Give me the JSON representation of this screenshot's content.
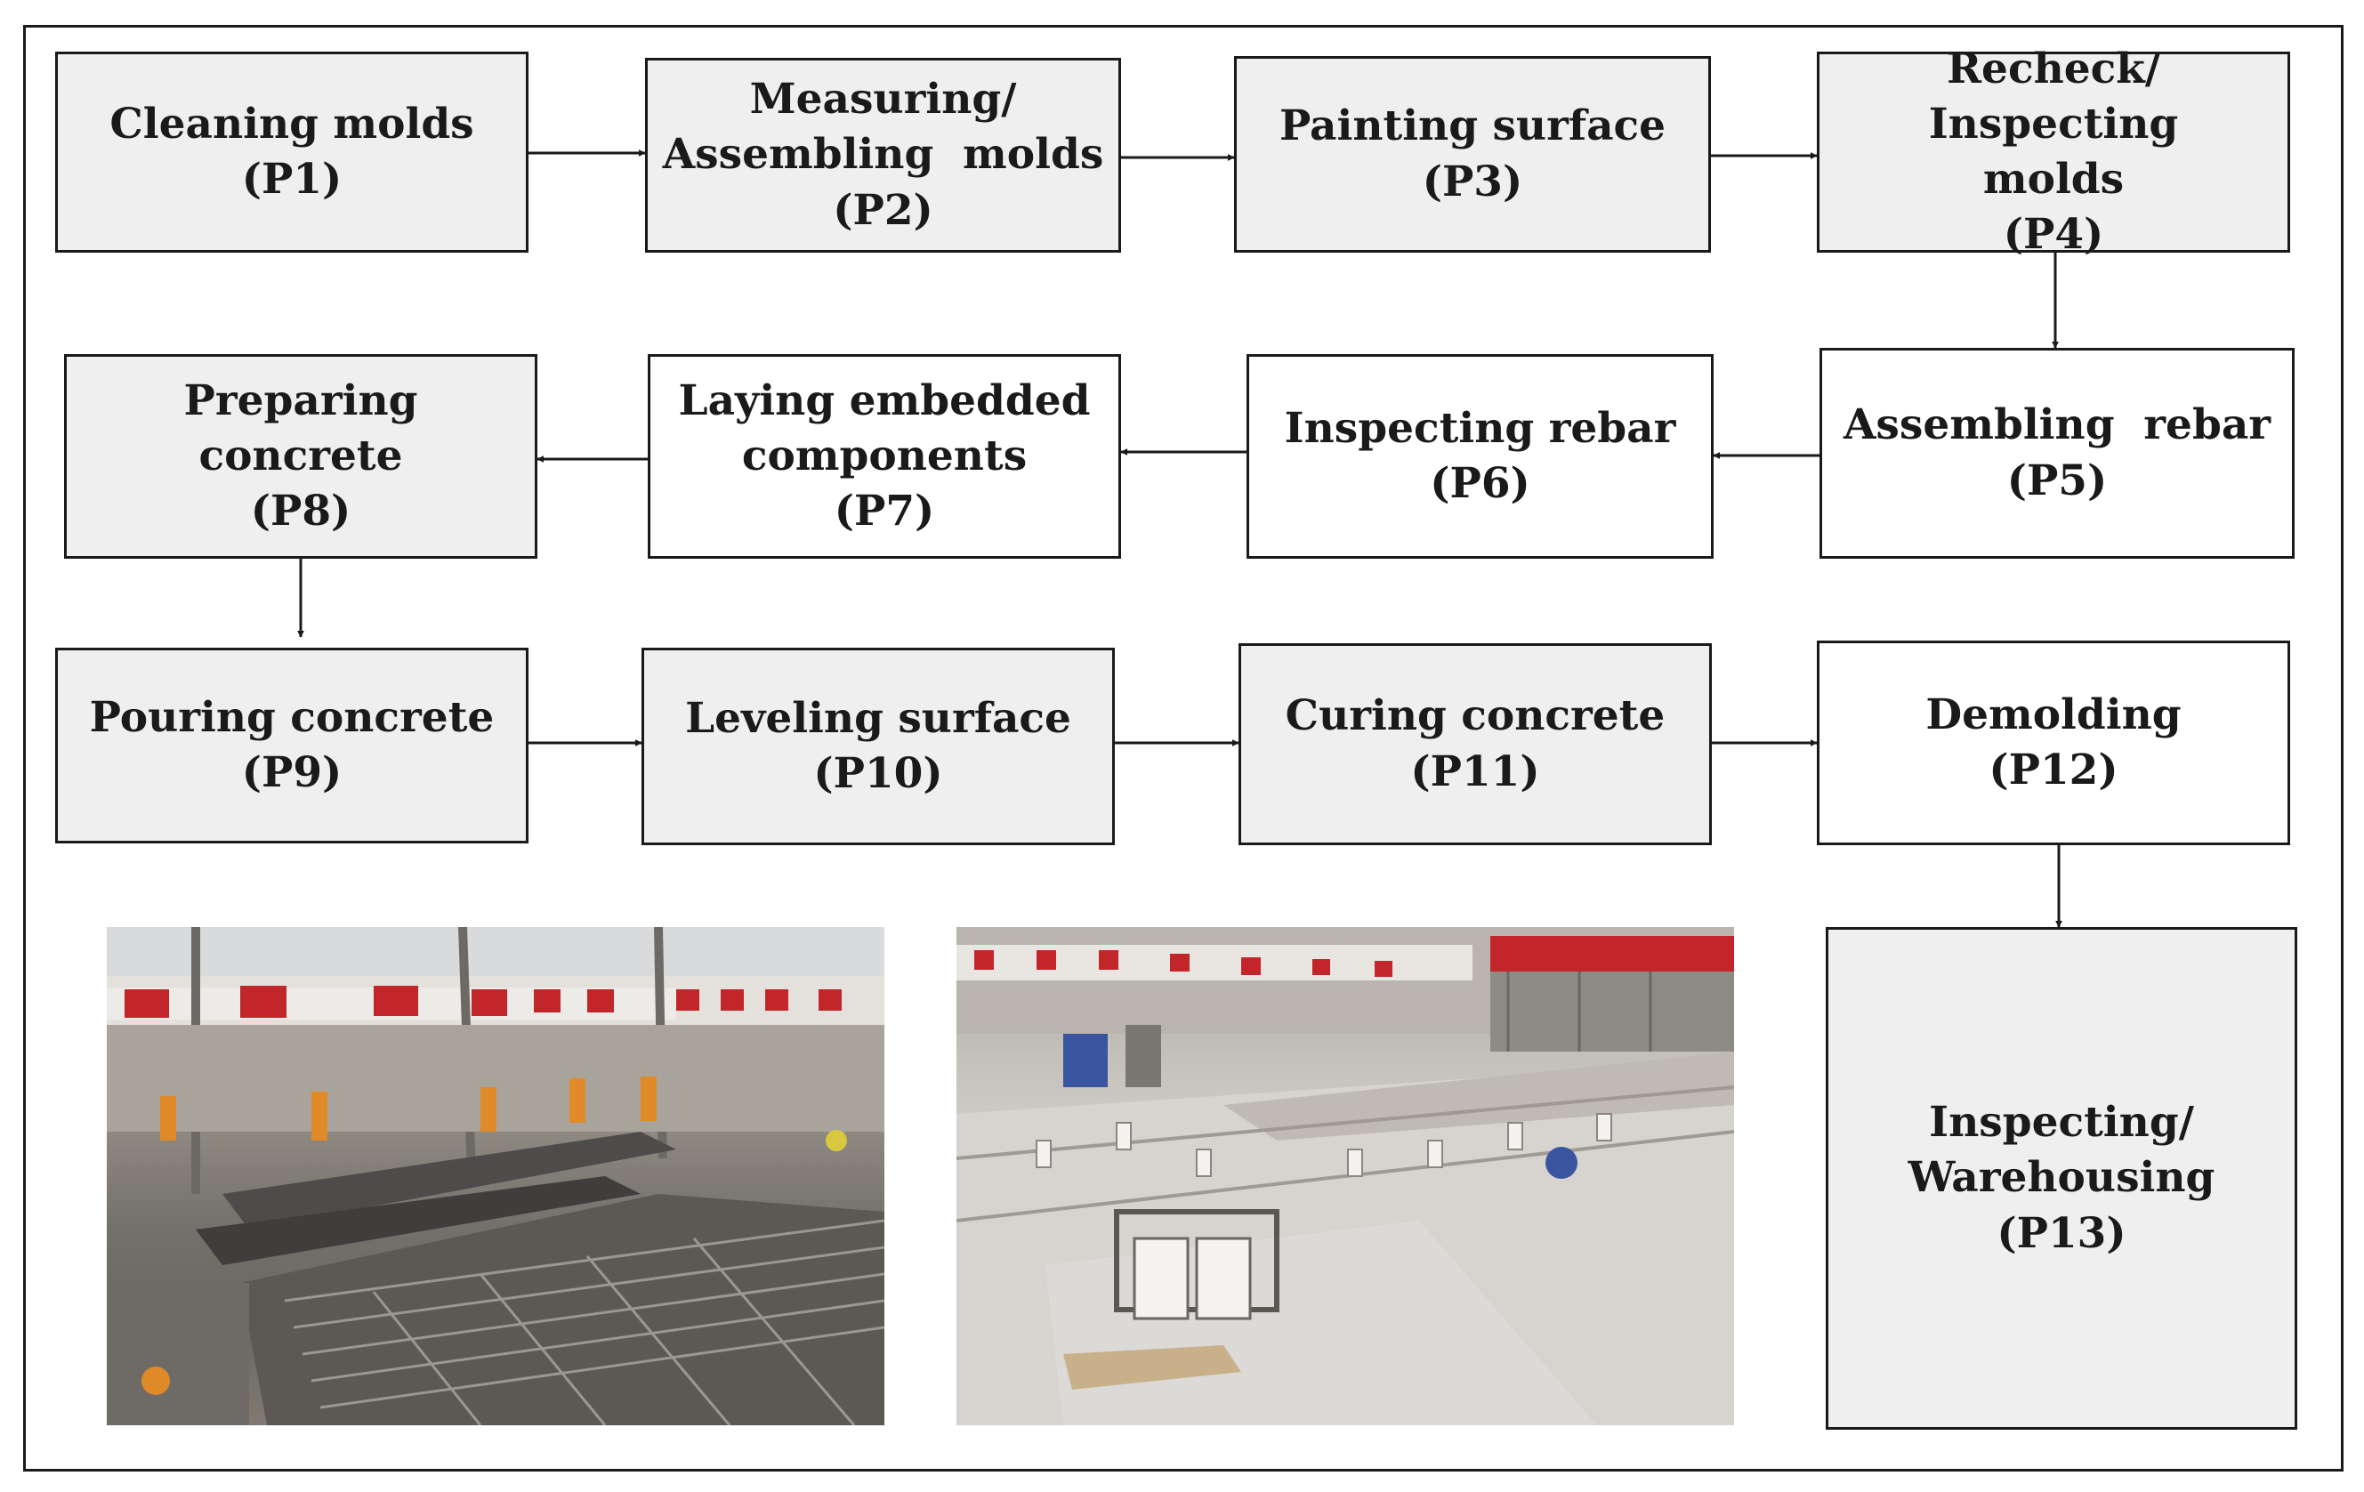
{
  "steps": [
    {
      "id": "p1",
      "label_lines": [
        "Cleaning molds"
      ],
      "pid": "(P1)"
    },
    {
      "id": "p2",
      "label_lines": [
        "Measuring/",
        "Assembling  molds"
      ],
      "pid": "(P2)"
    },
    {
      "id": "p3",
      "label_lines": [
        "Painting surface"
      ],
      "pid": "(P3)"
    },
    {
      "id": "p4",
      "label_lines": [
        "Recheck/ Inspecting",
        "molds"
      ],
      "pid": "(P4)"
    },
    {
      "id": "p5",
      "label_lines": [
        "Assembling  rebar"
      ],
      "pid": "(P5)"
    },
    {
      "id": "p6",
      "label_lines": [
        "Inspecting rebar"
      ],
      "pid": "(P6)"
    },
    {
      "id": "p7",
      "label_lines": [
        "Laying embedded",
        "components"
      ],
      "pid": "(P7)"
    },
    {
      "id": "p8",
      "label_lines": [
        "Preparing concrete"
      ],
      "pid": "(P8)"
    },
    {
      "id": "p9",
      "label_lines": [
        "Pouring concrete"
      ],
      "pid": "(P9)"
    },
    {
      "id": "p10",
      "label_lines": [
        "Leveling surface"
      ],
      "pid": "(P10)"
    },
    {
      "id": "p11",
      "label_lines": [
        "Curing concrete"
      ],
      "pid": "(P11)"
    },
    {
      "id": "p12",
      "label_lines": [
        "Demolding"
      ],
      "pid": "(P12)"
    },
    {
      "id": "p13",
      "label_lines": [
        "Inspecting/",
        "Warehousing"
      ],
      "pid": "(P13)"
    }
  ],
  "colors": {
    "shaded_box": "#efefef",
    "white_box": "#ffffff",
    "stroke": "#1a1a1a"
  }
}
